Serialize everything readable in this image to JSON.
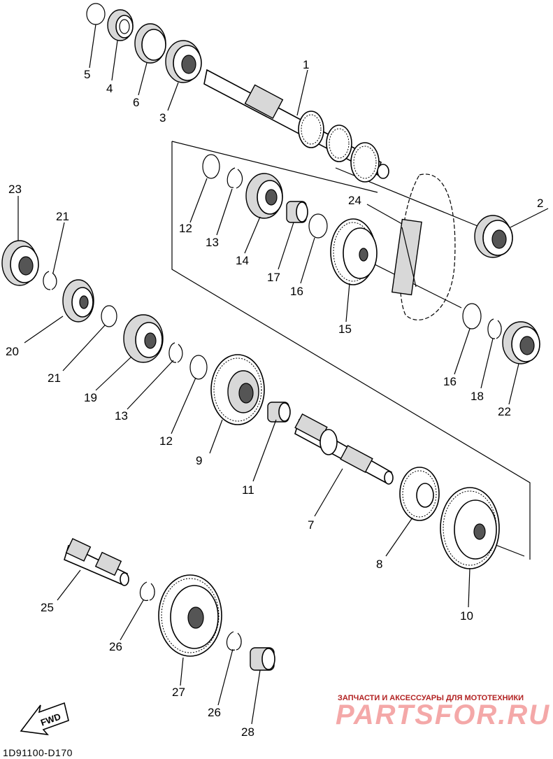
{
  "diagram_code": "1D91100-D170",
  "fwd_label": "FWD",
  "watermark": {
    "caption": "ЗАПЧАСТИ И АКСЕССУАРЫ ДЛЯ МОТОТЕХНИКИ",
    "logo": "PARTSFOR.RU"
  },
  "callouts": {
    "c1": "1",
    "c2": "2",
    "c3": "3",
    "c4": "4",
    "c5": "5",
    "c6": "6",
    "c7": "7",
    "c8": "8",
    "c9": "9",
    "c10": "10",
    "c11": "11",
    "c12a": "12",
    "c12b": "12",
    "c13a": "13",
    "c13b": "13",
    "c14": "14",
    "c15": "15",
    "c16a": "16",
    "c16b": "16",
    "c17": "17",
    "c18": "18",
    "c19": "19",
    "c20": "20",
    "c21a": "21",
    "c21b": "21",
    "c22": "22",
    "c23": "23",
    "c24": "24",
    "c25": "25",
    "c26a": "26",
    "c26b": "26",
    "c27": "27",
    "c28": "28"
  }
}
